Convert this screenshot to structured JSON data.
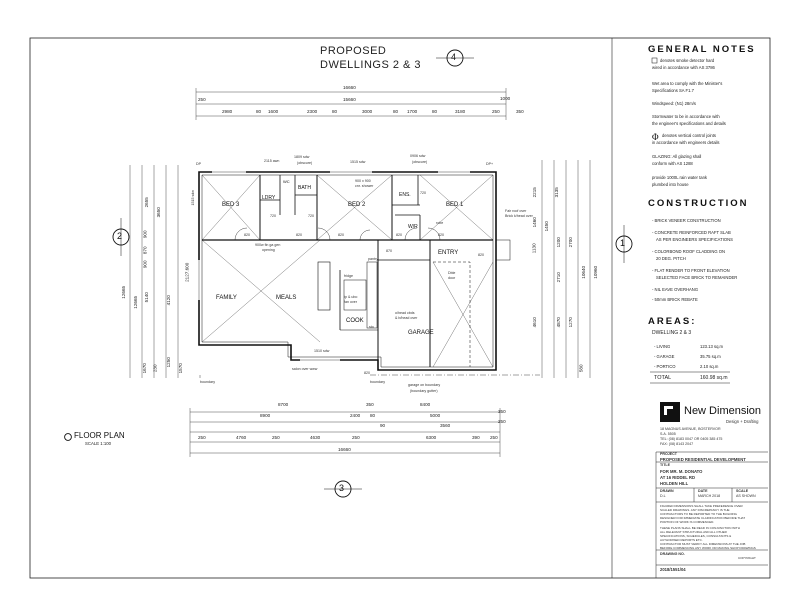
{
  "drawing_title": {
    "line1": "PROPOSED",
    "line2": "DWELLINGS 2 & 3"
  },
  "markers": {
    "top": "4",
    "left": "2",
    "right": "1",
    "bottom": "3"
  },
  "floor_plan": {
    "label": "FLOOR PLAN",
    "scale": "SCALE 1:100"
  },
  "dims_top": {
    "overall": "16660",
    "overall2": "15660",
    "right_a": "1000",
    "right_b": "350",
    "left_a": "250",
    "segments": [
      "2980",
      "80",
      "1600",
      "2300",
      "80",
      "3000",
      "80",
      "1700",
      "80",
      "3180"
    ],
    "end_a": "250"
  },
  "dims_bottom": {
    "row1": [
      "8700",
      "350",
      "8400",
      "350"
    ],
    "row2": [
      "8900",
      "2400",
      "80",
      "5000",
      "250"
    ],
    "row3": [
      "90",
      "3560"
    ],
    "row4": [
      "250",
      "4760",
      "250",
      "4630",
      "250",
      "6300",
      "390",
      "250"
    ],
    "overall": "16660"
  },
  "dims_left": [
    "12665",
    "12665",
    "2655",
    "3650",
    "900",
    "870",
    "900",
    "5140",
    "4120",
    "1250",
    "1670",
    "1570",
    "230",
    "2127.600"
  ],
  "dims_right": [
    "2215",
    "3135",
    "1460",
    "1450",
    "1130",
    "1200",
    "2700",
    "2710",
    "4610",
    "4870",
    "1270",
    "10640",
    "10960",
    "580"
  ],
  "rooms": {
    "bed3": "BED 3",
    "ldry": "LDRY",
    "bath": "BATH",
    "wc": "WC",
    "bed2": "BED 2",
    "ens": "ENS.",
    "bed1": "BED 1",
    "wir": "W/R",
    "entry": "ENTRY",
    "family": "FAMILY",
    "meals": "MEALS",
    "cook": "COOK",
    "garage": "GARAGE"
  },
  "plan_notes": {
    "awn_a": "2115 awn",
    "awn_b": "1809 sdw",
    "awn_c": "(obscure)",
    "sdw_mid": "1515 sdw",
    "sdw_right": "0906 sdw",
    "sdw_right2": "(obscure)",
    "shower": "900 x 900",
    "shower2": "cnr. shower",
    "sdw_left": "1515 sdw",
    "opening": "900w fin ga gen",
    "opening2": "opening",
    "fair_roof": "Fair roof over",
    "fair_roof2": "Brick k/head over",
    "roller_door": "Dble",
    "roller_door2": "door",
    "cook_note": "o/head cbds",
    "cook_note2": "& b/head over",
    "sdw_bottom": "1510 sdw",
    "salon": "salon over www",
    "boundary_left": "boundary",
    "boundary_right": "boundary",
    "garage_boundary": "garage on boundary",
    "garage_boundary2": "(boundary gutter)",
    "dp_a": "DP",
    "dp_b": "DP+",
    "n820a": "820",
    "n820b": "820",
    "n820c": "820",
    "n820d": "820",
    "n820e": "820",
    "n720a": "720",
    "n720b": "720",
    "n720c": "720",
    "n870": "870",
    "n820f": "820",
    "fridge": "fridge",
    "pantry": "pantry",
    "bench": "tp & ubo",
    "bench2": "fan over",
    "robe": "robe",
    "sto": "sto",
    "n820g": "820"
  },
  "general_notes": {
    "heading": "GENERAL NOTES",
    "items": [
      "denotes smoke detector hard",
      "wired in accordance with AS 3786",
      "Wet area to comply with the Minister's",
      "Specifications SA F1.7",
      "Windspeed: (N1) 28m/s",
      "Stormwater to be in accordance with",
      "the engineer's specifications and details",
      "denotes vertical control joints",
      "in accordance with engineers details",
      "GLAZING: All glazing shall",
      "conform with AS 1288",
      "provide 1000L rain water tank",
      "plumbed into house"
    ]
  },
  "construction": {
    "heading": "CONSTRUCTION",
    "items": [
      "- BRICK VENEER CONSTRUCTION",
      "- CONCRETE REINFORCED RAFT SLAB",
      "AS PER ENGINEERS SPECIFICATIONS",
      "- COLORBOND ROOF CLADDING ON",
      "20 DEG. PITCH",
      "- FLAT RENDER TO FRONT ELEVATION",
      "SELECTED FACE BRICK TO REMAINDER",
      "- NIL EAVE OVERHANG",
      "- 50mm BRICK REBATE"
    ]
  },
  "areas": {
    "heading": "AREAS:",
    "subheading": "DWELLING 2 & 3",
    "rows": [
      {
        "label": "- LIVING",
        "value": "123.13 sq.m"
      },
      {
        "label": "- GARAGE",
        "value": "35.75 sq.m"
      },
      {
        "label": "- PORTICO",
        "value": "2.10 sq.m"
      }
    ],
    "total_label": "TOTAL",
    "total_value": "160.98 sq.m"
  },
  "company": {
    "name": "New Dimension",
    "tagline": "Design + Drafting",
    "address": "18 MAGNUS AVENUE, BOSTERVOR",
    "address2": "S.A. 5505",
    "phone": "TEL: (08) 8183 0047 OR 0405 385 475",
    "fax": "FAX: (08) 8143 2047"
  },
  "title_block": {
    "project_label": "PROJECT",
    "project": "PROPOSED RESIDENTIAL DEVELOPMENT",
    "title_label": "TITLE",
    "title1": "FOR MR. M. DONATO",
    "title2": "AT 16 RIDDEL RD",
    "title3": "HOLDEN HILL",
    "drawn_label": "DRAWN",
    "drawn": "D.L",
    "date_label": "DATE",
    "date": "MARCH 2018",
    "scale_label": "SCALE",
    "scale": "AS SHOWN",
    "fine1": "FIGURED DIMENSIONS SHALL TAKE PREFERENCE OVER",
    "fine2": "SCALED DRAWINGS. ANY DISCREPANCY IS THE",
    "fine3": "CONTRACTORS TO BE REPORTED TO THE BUILDING",
    "fine4": "DESIGNER FOR IMMEDIATE CLARIFICATION BEFORE THAT",
    "fine5": "PORTION OF WORK IS COMMENCED.",
    "fine6": "THESE PLANS SHALL BE READ IN CONJUNCTION WITH",
    "fine7": "ALL RELEVANT STRUCTURAL AND ALL OTHER",
    "fine8": "SPECIFICATIONS, SCHEDULES, CONSULTANTS &",
    "fine9": "AUTHORISED REPORTS ETC.",
    "fine10": "CONTRACTOR MUST VERIFY ALL DIMENSIONS AT THE JOB",
    "fine11": "BEFORE COMMENCING ANY WORK OR MAKING SHOP DRAWINGS",
    "drawing_no_label": "DRAWING NO.",
    "drawing_no": "2018/1551/04",
    "copyright": "COPYRIGHT"
  }
}
